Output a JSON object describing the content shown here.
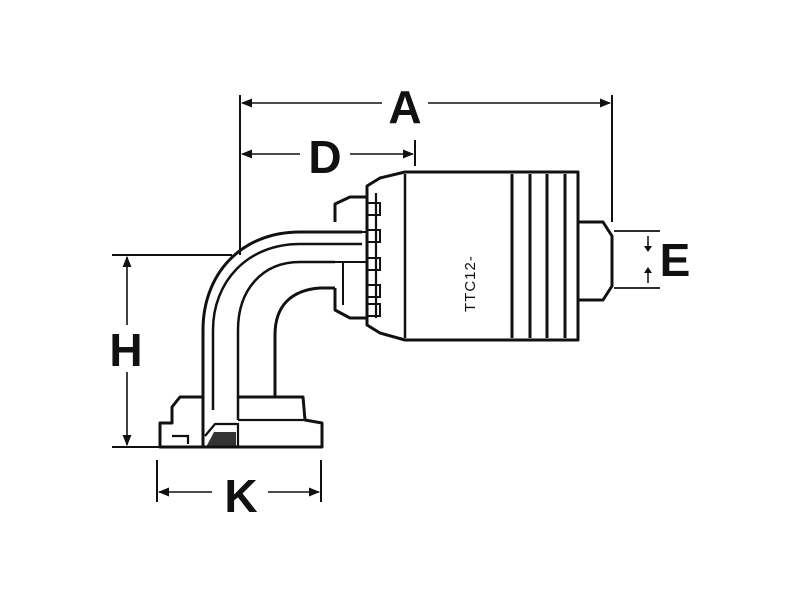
{
  "drawing": {
    "part_marking": "TTC12-",
    "dimensions": {
      "a": "A",
      "d": "D",
      "e": "E",
      "h": "H",
      "k": "K"
    },
    "colors": {
      "line": "#111111",
      "background": "#ffffff"
    }
  }
}
